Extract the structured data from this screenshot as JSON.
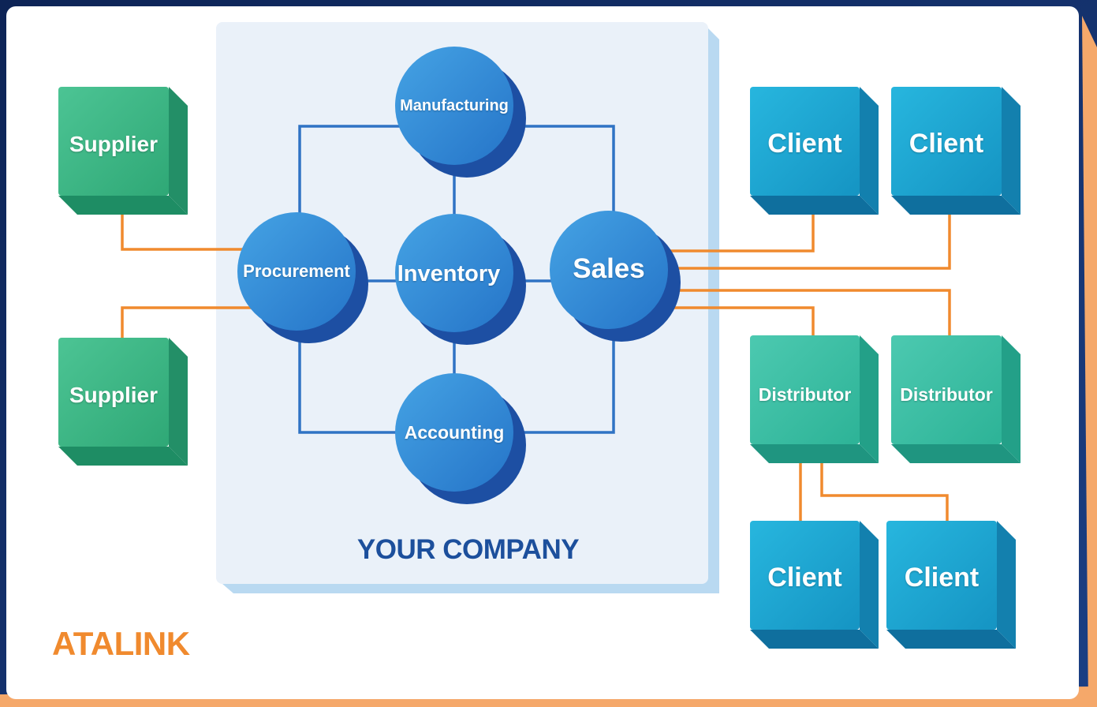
{
  "brand": {
    "name": "ATALINK"
  },
  "company": {
    "title": "YOUR COMPANY",
    "departments": {
      "manufacturing": "Manufacturing",
      "procurement": "Procurement",
      "inventory": "Inventory",
      "sales": "Sales",
      "accounting": "Accounting"
    }
  },
  "suppliers": [
    "Supplier",
    "Supplier"
  ],
  "clients_top": [
    "Client",
    "Client"
  ],
  "distributors": [
    "Distributor",
    "Distributor"
  ],
  "clients_bottom": [
    "Client",
    "Client"
  ],
  "colors": {
    "frame_dark": "#0f2a5c",
    "frame_accent": "#f5a86a",
    "panel": "#ffffff",
    "company_area": "#eaf1f9",
    "internal_line": "#2f73c4",
    "external_line": "#f08a2e",
    "supplier_green": "#39b583",
    "client_teal": "#1ea6d2",
    "distributor_green": "#3abfa2",
    "circle_blue": "#3288d6",
    "company_text": "#1c4f9c",
    "brand_text": "#f08a2e"
  }
}
